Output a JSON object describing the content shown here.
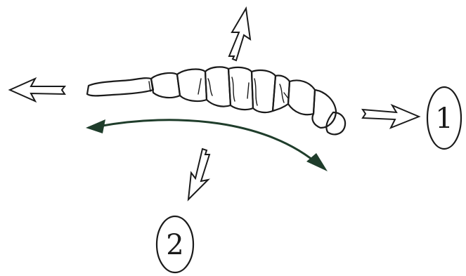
{
  "labels": {
    "marker_1": "1",
    "marker_2": "2"
  },
  "colors": {
    "ink": "#1a1a1a",
    "curved_arrow": "#1f3d2b",
    "background": "#ffffff"
  },
  "icons": {
    "arrow_left": "hollow-arrow-left",
    "arrow_up": "hollow-arrow-up",
    "arrow_right": "hollow-arrow-right",
    "arrow_down": "hollow-arrow-down",
    "bend_arrow": "double-headed-curved-arrow"
  }
}
